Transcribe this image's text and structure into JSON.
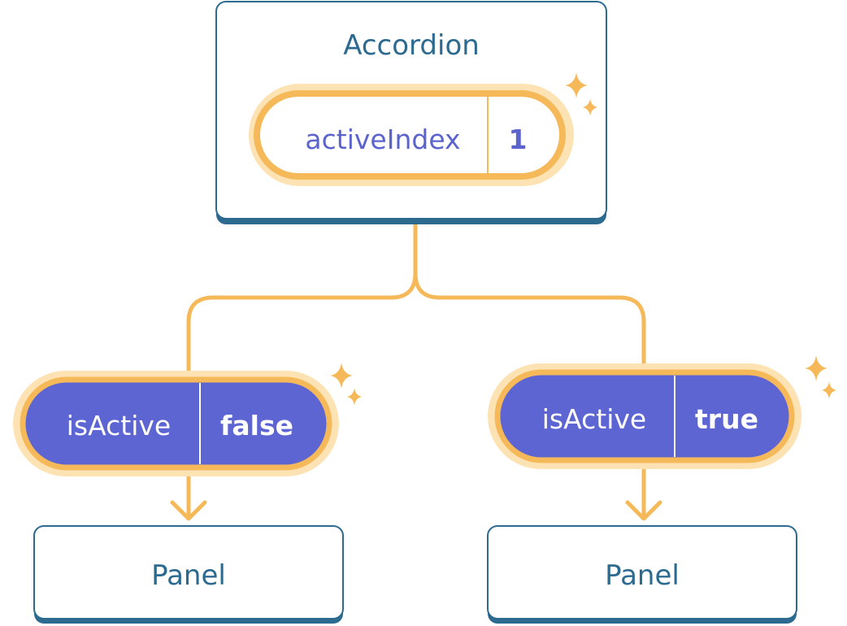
{
  "colors": {
    "box_border": "#2d6a8f",
    "box_shadow": "#2d6a8f",
    "title_text": "#2d6a8f",
    "connector": "#f6b95a",
    "glow": "#fde3b4",
    "pill_fill_dark": "#5d65d3",
    "pill_text_light": "#5b64cc",
    "sparkle": "#f6b95a"
  },
  "nodes": {
    "accordion": {
      "title": "Accordion",
      "state": {
        "key": "activeIndex",
        "value": "1"
      }
    },
    "left_panel": {
      "title": "Panel",
      "prop": {
        "key": "isActive",
        "value": "false"
      }
    },
    "right_panel": {
      "title": "Panel",
      "prop": {
        "key": "isActive",
        "value": "true"
      }
    }
  },
  "icons": {
    "sparkle": "sparkle-icon",
    "arrow": "arrow-down-icon"
  }
}
